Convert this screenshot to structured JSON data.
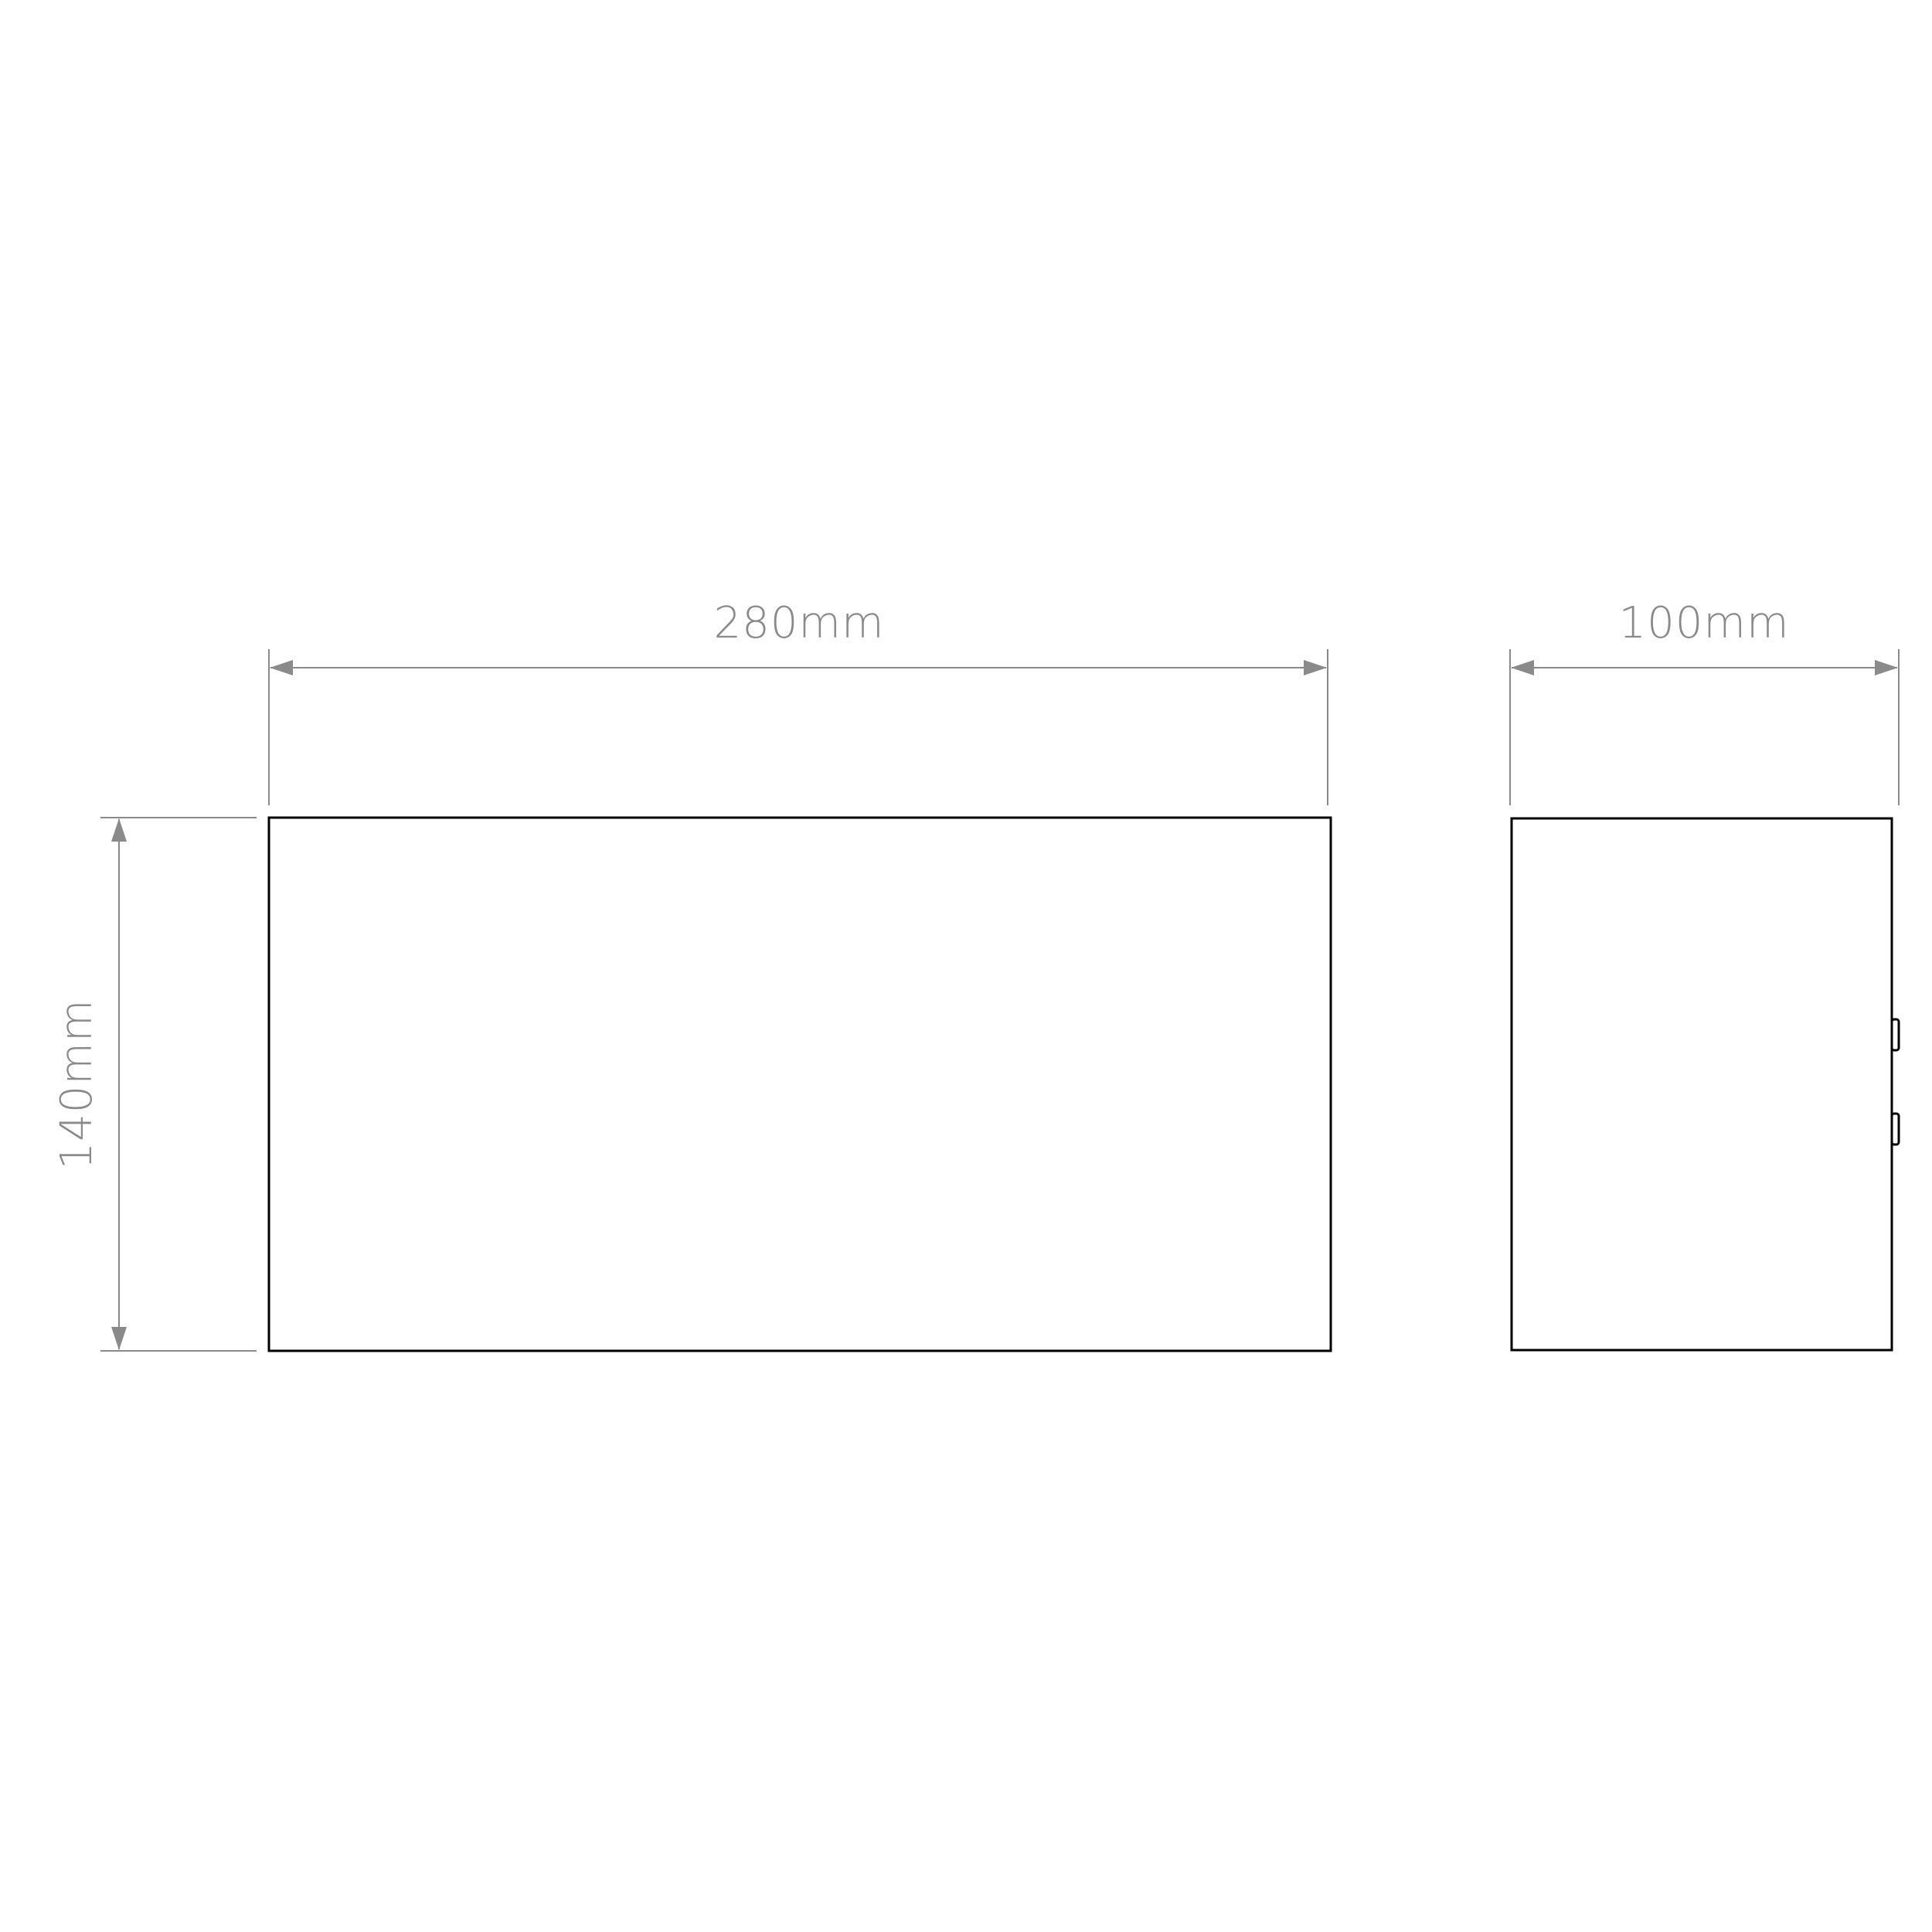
{
  "colors": {
    "background": "#ffffff",
    "outline": "#000000",
    "dimension": "#8a8a8a"
  },
  "dimensions": {
    "front_width": "280mm",
    "side_depth": "100mm",
    "height": "140mm"
  },
  "icons": {
    "arrowhead": "triangle-arrow-icon"
  }
}
